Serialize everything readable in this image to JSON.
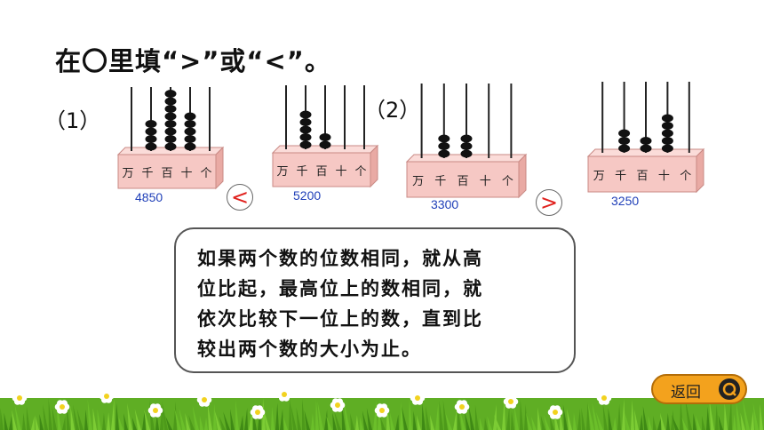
{
  "title": "在〇里填“>”或“<”。",
  "problems": [
    {
      "label": "（1）",
      "left": {
        "number": "4850",
        "places": [
          "万",
          "千",
          "百",
          "十",
          "个"
        ],
        "beads": [
          0,
          4,
          8,
          5,
          0
        ]
      },
      "right": {
        "number": "5200",
        "places": [
          "万",
          "千",
          "百",
          "十",
          "个"
        ],
        "beads": [
          0,
          5,
          2,
          0,
          0
        ]
      },
      "answer": "<"
    },
    {
      "label": "（2）",
      "left": {
        "number": "3300",
        "places": [
          "万",
          "千",
          "百",
          "十",
          "个"
        ],
        "beads": [
          0,
          3,
          3,
          0,
          0
        ]
      },
      "right": {
        "number": "3250",
        "places": [
          "万",
          "千",
          "百",
          "十",
          "个"
        ],
        "beads": [
          0,
          3,
          2,
          5,
          0
        ]
      },
      "answer": ">"
    }
  ],
  "note": {
    "lines": [
      "如果两个数的位数相同，就从高",
      "位比起，最高位上的数相同，就",
      "依次比较下一位上的数，直到比",
      "较出两个数的大小为止。"
    ]
  },
  "back_button": {
    "label": "返回"
  },
  "colors": {
    "sign": "#e0201c",
    "number": "#1f3fb8",
    "frame": "#f6c8c4",
    "button": "#f3a21d"
  }
}
